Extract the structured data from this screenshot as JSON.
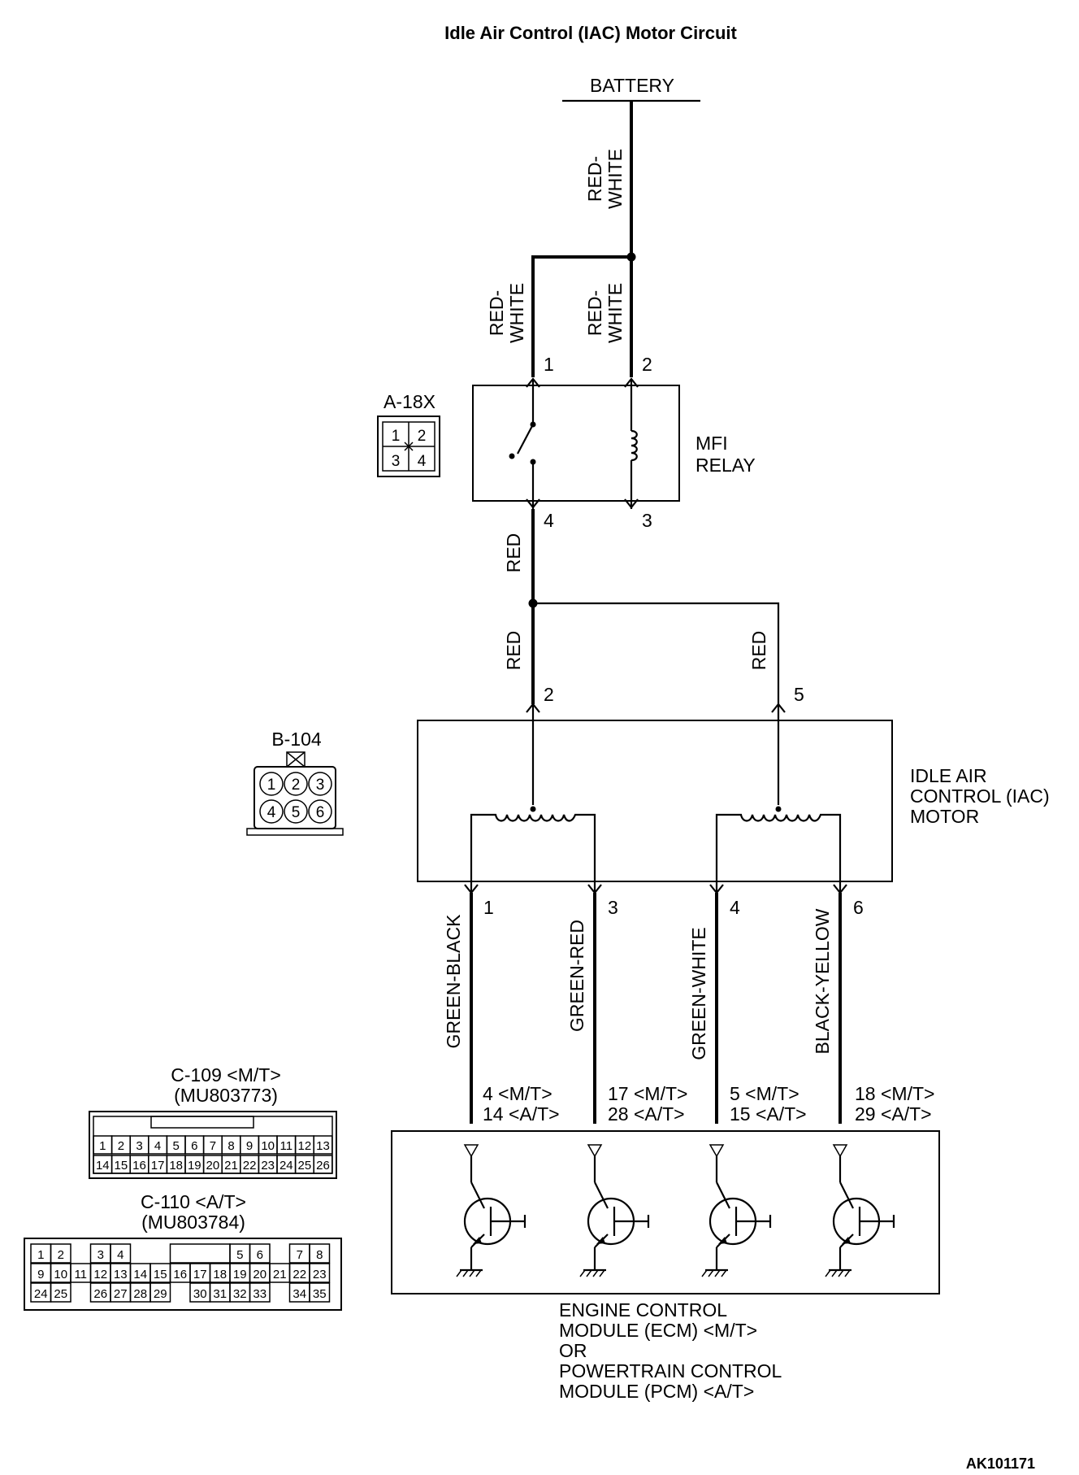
{
  "title": "Idle Air Control (IAC) Motor Circuit",
  "diagram_id": "AK101171",
  "battery": {
    "label": "BATTERY"
  },
  "relay": {
    "label_line1": "MFI",
    "label_line2": "RELAY",
    "connector": "A-18X",
    "connector_pins": [
      "1",
      "2",
      "3",
      "4"
    ],
    "pin1": "1",
    "pin2": "2",
    "pin3": "3",
    "pin4": "4"
  },
  "motor": {
    "label_line1": "IDLE AIR",
    "label_line2": "CONTROL (IAC)",
    "label_line3": "MOTOR",
    "connector": "B-104",
    "connector_pins": [
      "1",
      "2",
      "3",
      "4",
      "5",
      "6"
    ],
    "pin_in_a": "2",
    "pin_in_b": "5",
    "pin_out": [
      "1",
      "3",
      "4",
      "6"
    ]
  },
  "wires": {
    "battery_feed": [
      "RED-",
      "WHITE"
    ],
    "relay_pin1": [
      "RED-",
      "WHITE"
    ],
    "relay_pin2": [
      "RED-",
      "WHITE"
    ],
    "relay_out": "RED",
    "motor_in_a": "RED",
    "motor_in_b": "RED",
    "outputs": [
      "GREEN-BLACK",
      "GREEN-RED",
      "GREEN-WHITE",
      "BLACK-YELLOW"
    ]
  },
  "ecm_pins": [
    {
      "mt": "4 <M/T>",
      "at": "14 <A/T>"
    },
    {
      "mt": "17 <M/T>",
      "at": "28 <A/T>"
    },
    {
      "mt": "5 <M/T>",
      "at": "15 <A/T>"
    },
    {
      "mt": "18 <M/T>",
      "at": "29 <A/T>"
    }
  ],
  "ecm": {
    "label_lines": [
      "ENGINE CONTROL",
      "MODULE (ECM) <M/T>",
      "OR",
      "POWERTRAIN CONTROL",
      "MODULE (PCM) <A/T>"
    ]
  },
  "connector_c109": {
    "label": "C-109 <M/T>",
    "part": "(MU803773)",
    "row1": [
      "1",
      "2",
      "3",
      "4",
      "5",
      "6",
      "7",
      "8",
      "9",
      "10",
      "11",
      "12",
      "13"
    ],
    "row2": [
      "14",
      "15",
      "16",
      "17",
      "18",
      "19",
      "20",
      "21",
      "22",
      "23",
      "24",
      "25",
      "26"
    ]
  },
  "connector_c110": {
    "label": "C-110 <A/T>",
    "part": "(MU803784)",
    "row1": [
      "1",
      "2",
      "",
      "3",
      "4",
      "",
      "",
      "",
      "",
      "",
      "5",
      "6",
      "",
      "7",
      "8"
    ],
    "row2": [
      "9",
      "10",
      "11",
      "12",
      "13",
      "14",
      "15",
      "16",
      "17",
      "18",
      "19",
      "20",
      "21",
      "22",
      "23"
    ],
    "row3": [
      "24",
      "25",
      "",
      "26",
      "27",
      "28",
      "29",
      "",
      "30",
      "31",
      "32",
      "33",
      "",
      "34",
      "35"
    ]
  }
}
